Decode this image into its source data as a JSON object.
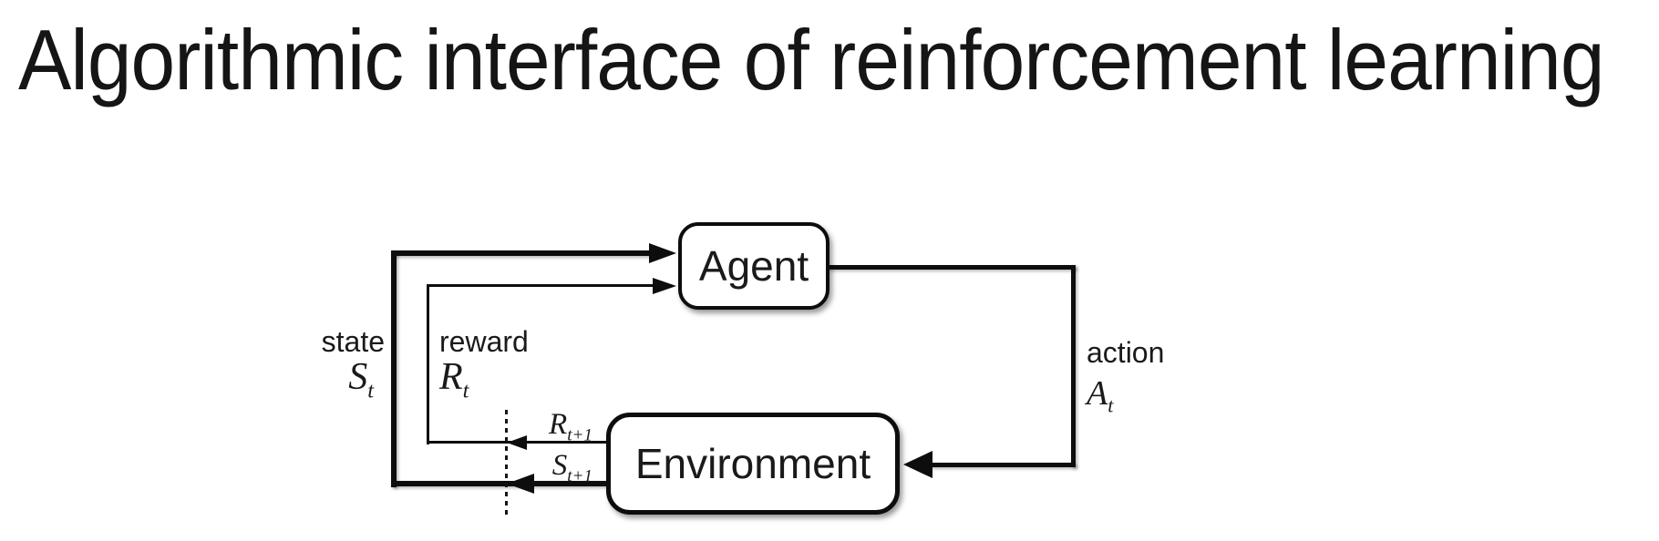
{
  "title": "Algorithmic interface of reinforcement learning",
  "diagram": {
    "nodes": {
      "agent": {
        "label": "Agent"
      },
      "environment": {
        "label": "Environment"
      }
    },
    "edges": {
      "state": {
        "label": "state",
        "symbol": "S",
        "subscript": "t"
      },
      "reward": {
        "label": "reward",
        "symbol": "R",
        "subscript": "t"
      },
      "action": {
        "label": "action",
        "symbol": "A",
        "subscript": "t"
      },
      "next_reward": {
        "symbol": "R",
        "subscript": "t+1"
      },
      "next_state": {
        "symbol": "S",
        "subscript": "t+1"
      }
    },
    "colors": {
      "line": "#0d0d0d",
      "text": "#1a1a1a",
      "background": "#ffffff"
    }
  }
}
